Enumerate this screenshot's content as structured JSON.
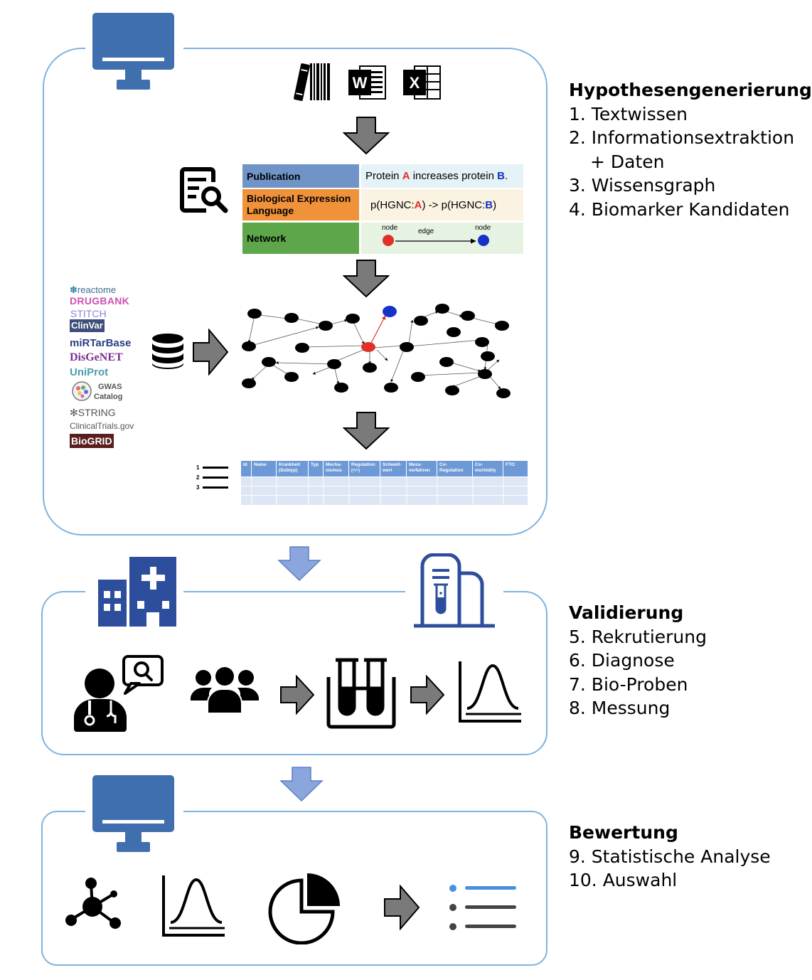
{
  "sections": [
    {
      "title": "Hypothesengenerierung",
      "items": [
        "1. Textwissen",
        "2. Informationsextraktion",
        "+ Daten",
        "3. Wissensgraph",
        "4. Biomarker Kandidaten"
      ]
    },
    {
      "title": "Validierung",
      "items": [
        "5. Rekrutierung",
        "6. Diagnose",
        "7. Bio-Proben",
        "8. Messung"
      ]
    },
    {
      "title": "Bewertung",
      "items": [
        "9. Statistische Analyse",
        "10. Auswahl"
      ]
    }
  ],
  "bel_table": {
    "rows": [
      {
        "label": "Publication",
        "color": "#7094c8"
      },
      {
        "label": "Biological Expression Language",
        "color": "#f0923a"
      },
      {
        "label": "Network",
        "color": "#5da64a"
      }
    ],
    "publication_text": {
      "pre": "Protein ",
      "a": "A",
      "mid": " increases protein ",
      "b": "B",
      "post": "."
    },
    "bel_text": {
      "pre": "p(HGNC:",
      "a": "A",
      "mid": ") -> p(HGNC:",
      "b": "B",
      "post": ")"
    },
    "network": {
      "node_left": "node",
      "edge": "edge",
      "node_right": "node"
    }
  },
  "databases": [
    "reactome",
    "DRUGBANK",
    "STITCH",
    "ClinVar",
    "miRTarBase",
    "DisGeNET",
    "UniProt",
    "GWAS",
    "Catalog",
    "STRING",
    "ClinicalTrials.gov",
    "BioGRID"
  ],
  "icons": {
    "excel_letter": "X",
    "word_letter": "W",
    "list_numbers": [
      "1",
      "2",
      "3"
    ]
  },
  "candidate_table": {
    "header_color": "#6d9ad6",
    "row_color": "#dde6f4",
    "columns": [
      "Id",
      "Name",
      "Krankheit (Subtyp)",
      "Typ",
      "Mecha-nismus",
      "Regulation (+/-)",
      "Schwell-wert",
      "Mess-verfahren",
      "Co-Regulation",
      "Co-morbidity",
      "FTO"
    ]
  },
  "colors": {
    "frame": "#7fb3e0",
    "monitor": "#3f6fae",
    "hospital": "#2c4e9c",
    "lab": "#2c4e9c",
    "gray_arrow": "#7a7a7a",
    "blue_arrow": "#8aa6dc",
    "red": "#e0302a",
    "blue": "#1531c7"
  }
}
